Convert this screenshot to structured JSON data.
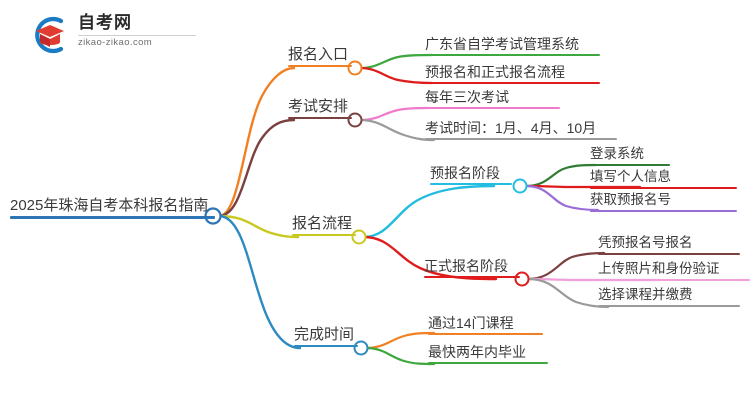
{
  "brand": {
    "name": "logo",
    "title": "自考网",
    "subtitle": "zikao-zikao.com",
    "arc_color": "#1A7BC4",
    "cap_color": "#E03C31"
  },
  "colors": {
    "background": "#ffffff",
    "text": "#3a3a3a",
    "root_line": "#2E75B6",
    "orange": "#F08023",
    "maroon": "#7B4040",
    "olive": "#C8C81E",
    "blue": "#2E8BC0",
    "green": "#3EA83E",
    "red": "#E01B1B",
    "pink": "#F07ACB",
    "gray": "#9A9A9A",
    "cyan": "#22BDE0",
    "dark_green": "#2E7D32",
    "purple": "#9B6DD6",
    "dark_maroon": "#7B4040",
    "light_pink": "#F0A0D8"
  },
  "mindmap": {
    "root": {
      "label": "2025年珠海自考本科报名指南",
      "color": "#2E75B6"
    },
    "branches": [
      {
        "label": "报名入口",
        "color": "#F08023",
        "children": [
          {
            "label": "广东省自学考试管理系统",
            "color": "#3EA83E"
          },
          {
            "label": "预报名和正式报名流程",
            "color": "#E01B1B"
          }
        ]
      },
      {
        "label": "考试安排",
        "color": "#7B4040",
        "children": [
          {
            "label": "每年三次考试",
            "color": "#F07ACB"
          },
          {
            "label": "考试时间：1月、4月、10月",
            "color": "#9A9A9A"
          }
        ]
      },
      {
        "label": "报名流程",
        "color": "#C8C81E",
        "children": [
          {
            "label": "预报名阶段",
            "color": "#22BDE0",
            "children": [
              {
                "label": "登录系统",
                "color": "#2E7D32"
              },
              {
                "label": "填写个人信息",
                "color": "#E01B1B"
              },
              {
                "label": "获取预报名号",
                "color": "#9B6DD6"
              }
            ]
          },
          {
            "label": "正式报名阶段",
            "color": "#E01B1B",
            "children": [
              {
                "label": "凭预报名号报名",
                "color": "#7B4040"
              },
              {
                "label": "上传照片和身份验证",
                "color": "#F0A0D8"
              },
              {
                "label": "选择课程并缴费",
                "color": "#9A9A9A"
              }
            ]
          }
        ]
      },
      {
        "label": "完成时间",
        "color": "#2E8BC0",
        "children": [
          {
            "label": "通过14门课程",
            "color": "#F08023"
          },
          {
            "label": "最快两年内毕业",
            "color": "#3EA83E"
          }
        ]
      }
    ]
  }
}
